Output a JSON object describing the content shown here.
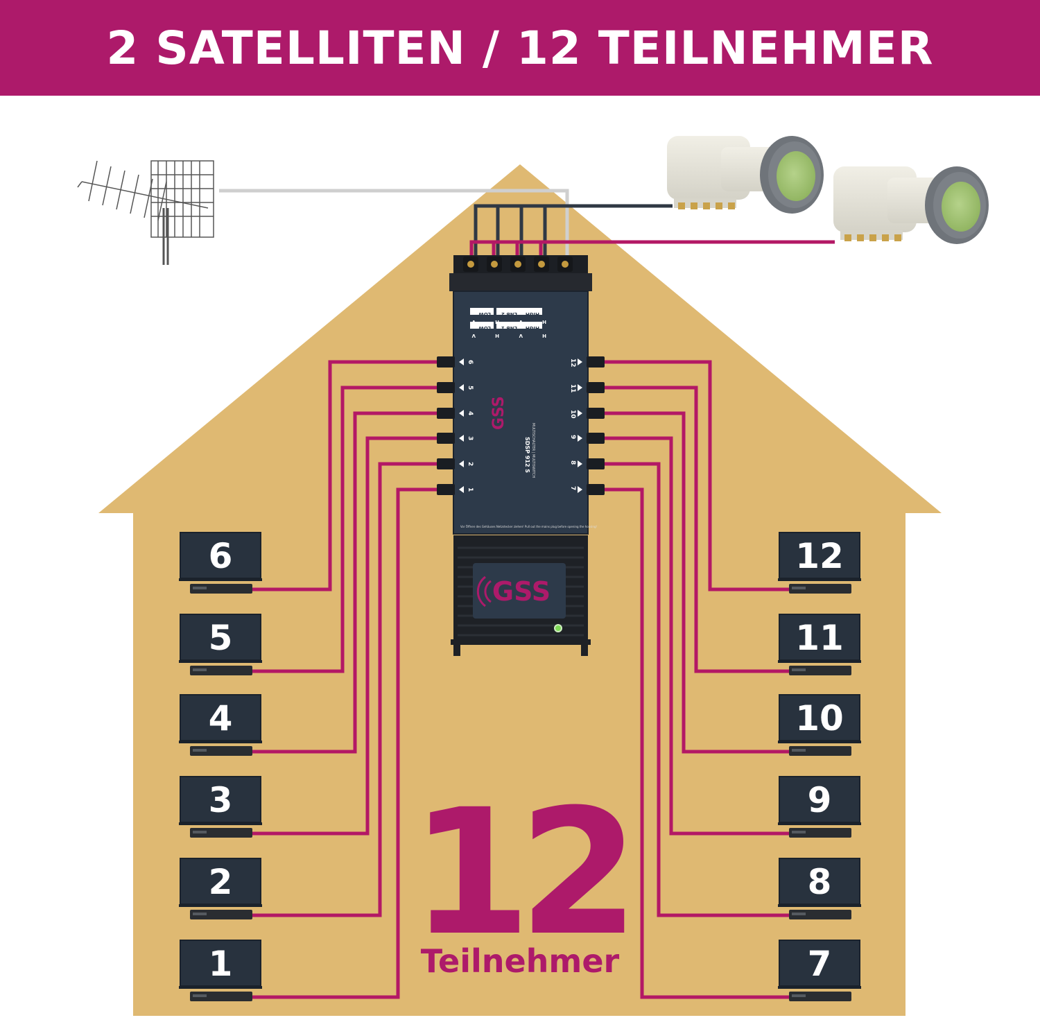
{
  "header": {
    "title": "2 SATELLITEN / 12 TEILNEHMER",
    "background": "#ad1a6a"
  },
  "colors": {
    "house": "#dfb972",
    "cable": "#b31865",
    "cable_dark": "#2f3844",
    "cable_antenna": "#cfcfcf",
    "device": "#28323e",
    "accent": "#ad1a6a"
  },
  "summary": {
    "count": "12",
    "label": "Teilnehmer"
  },
  "multiswitch": {
    "brand": "GSS",
    "model": "SDSP 912 S",
    "subtitle": "MULTISCHALTER | MULTISWITCH",
    "input_labels": [
      "LOW",
      "LNB 2",
      "HIGH",
      "LOW",
      "LNB 1",
      "HIGH"
    ],
    "polarity_labels": [
      "V",
      "H",
      "V",
      "H"
    ],
    "warning": "Vor Öffnen des Gehäuses Netzstecker ziehen! Pull out the mains plug before opening the housing!"
  },
  "icons": [
    "terrestrial-antenna-icon",
    "quad-lnb-icon",
    "tv-icon",
    "receiver-icon",
    "led-indicator-icon"
  ],
  "subscribers": {
    "left": [
      "6",
      "5",
      "4",
      "3",
      "2",
      "1"
    ],
    "right": [
      "12",
      "11",
      "10",
      "9",
      "8",
      "7"
    ],
    "ports_left": [
      "6",
      "5",
      "4",
      "3",
      "2",
      "1"
    ],
    "ports_right": [
      "12",
      "11",
      "10",
      "9",
      "8",
      "7"
    ]
  }
}
